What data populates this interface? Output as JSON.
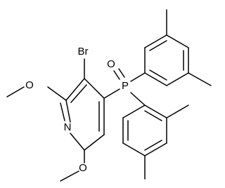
{
  "structure": {
    "type": "chemical-structure",
    "atoms": {
      "bromine": "Br",
      "oxygen_phosphoryl": "O",
      "phosphorus": "P",
      "oxygen_methoxy_upper": "O",
      "nitrogen": "N",
      "oxygen_methoxy_lower": "O"
    },
    "colors": {
      "bond": "#000000",
      "text": "#000000",
      "background": "#ffffff"
    }
  }
}
